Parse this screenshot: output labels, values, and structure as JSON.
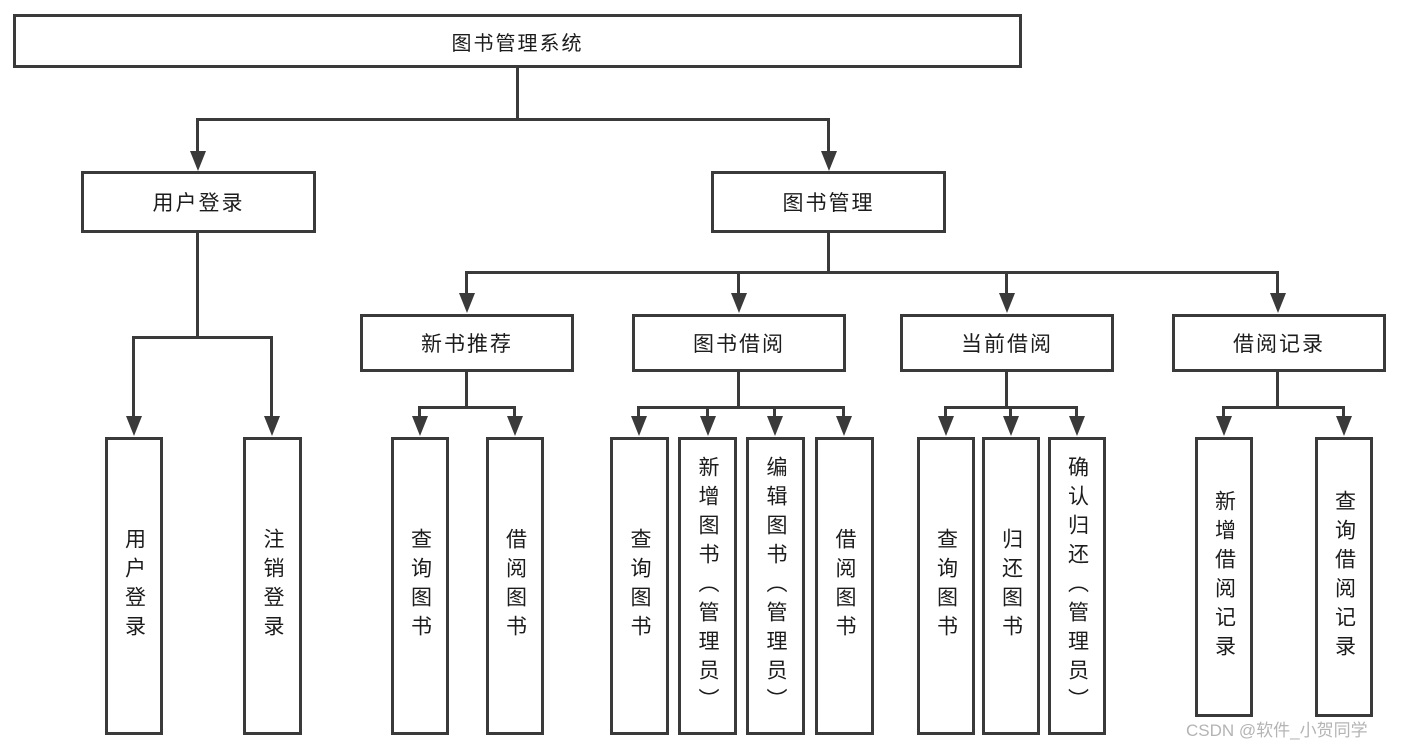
{
  "diagram_type": "hierarchy-tree",
  "colors": {
    "background": "#ffffff",
    "line": "#3a3a3a",
    "box_border": "#3a3a3a",
    "text": "#1c1c1c",
    "watermark": "#b4b4b4"
  },
  "watermark": "CSDN @软件_小贺同学",
  "tree": {
    "label": "图书管理系统",
    "children": [
      {
        "label": "用户登录",
        "children": [
          {
            "label": "用户登录"
          },
          {
            "label": "注销登录"
          }
        ]
      },
      {
        "label": "图书管理",
        "children": [
          {
            "label": "新书推荐",
            "children": [
              {
                "label": "查询图书"
              },
              {
                "label": "借阅图书"
              }
            ]
          },
          {
            "label": "图书借阅",
            "children": [
              {
                "label": "查询图书"
              },
              {
                "label": "新增图书（管理员）"
              },
              {
                "label": "编辑图书（管理员）"
              },
              {
                "label": "借阅图书"
              }
            ]
          },
          {
            "label": "当前借阅",
            "children": [
              {
                "label": "查询图书"
              },
              {
                "label": "归还图书"
              },
              {
                "label": "确认归还（管理员）"
              }
            ]
          },
          {
            "label": "借阅记录",
            "children": [
              {
                "label": "新增借阅记录"
              },
              {
                "label": "查询借阅记录"
              }
            ]
          }
        ]
      }
    ]
  }
}
